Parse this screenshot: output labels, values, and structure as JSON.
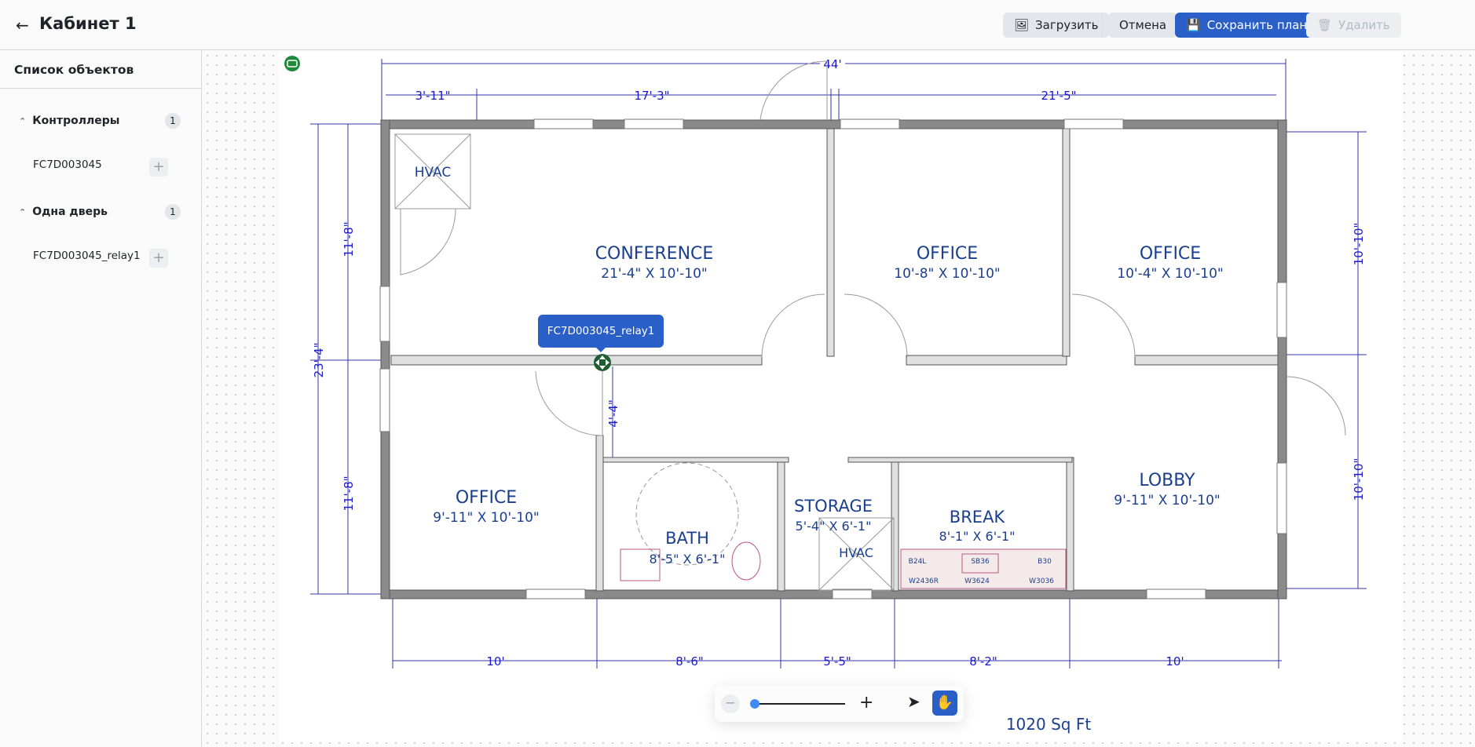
{
  "header": {
    "title": "Кабинет 1",
    "upload": "Загрузить",
    "cancel": "Отмена",
    "save": "Сохранить план",
    "delete": "Удалить"
  },
  "sidebar": {
    "title": "Список объектов",
    "groups": [
      {
        "label": "Контроллеры",
        "count": "1",
        "items": [
          "FC7D003045"
        ]
      },
      {
        "label": "Одна дверь",
        "count": "1",
        "items": [
          "FC7D003045_relay1"
        ]
      }
    ]
  },
  "tooltip": "FC7D003045_relay1",
  "plan": {
    "dims": {
      "total": "44'",
      "top1": "3'-11\"",
      "top2": "17'-3\"",
      "top3": "21'-5\"",
      "left1": "11'-8\"",
      "left2": "11'-8\"",
      "leftTotal": "23'-4\"",
      "right1": "10'-10\"",
      "right2": "10'-10\"",
      "b1": "10'",
      "b2": "8'-6\"",
      "b3": "5'-5\"",
      "b4": "8'-2\"",
      "b5": "10'",
      "door": "4'-4\""
    },
    "rooms": [
      {
        "name": "CONFERENCE",
        "size": "21'-4\" X 10'-10\""
      },
      {
        "name": "OFFICE",
        "size": "10'-8\" X 10'-10\""
      },
      {
        "name": "OFFICE",
        "size": "10'-4\" X 10'-10\""
      },
      {
        "name": "OFFICE",
        "size": "9'-11\" X 10'-10\""
      },
      {
        "name": "LOBBY",
        "size": "9'-11\" X 10'-10\""
      },
      {
        "name": "BATH",
        "size": "8'-5\" X 6'-1\""
      },
      {
        "name": "STORAGE",
        "size": "5'-4\" X 6'-1\""
      },
      {
        "name": "BREAK",
        "size": "8'-1\" X 6'-1\""
      }
    ],
    "hvac": "HVAC",
    "cabinets": [
      "B24L",
      "SB36",
      "B30",
      "W2436R",
      "W3624",
      "W3036"
    ],
    "area": "1020 Sq Ft"
  },
  "colors": {
    "accent": "#2b5fc8",
    "marker": "#1e8a3c",
    "ink": "#1a3f8f",
    "dim": "#3333aa"
  }
}
